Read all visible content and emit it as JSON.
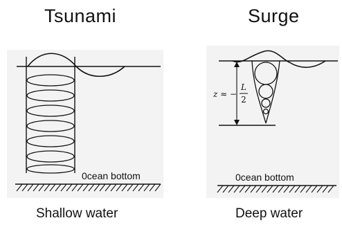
{
  "panels": {
    "left": {
      "title": "Tsunami",
      "bottom_label": "0cean bottom",
      "caption": "Shallow water"
    },
    "right": {
      "title": "Surge",
      "bottom_label": "0cean bottom",
      "caption": "Deep water",
      "depth_formula": {
        "lhs": "z ≈ −",
        "numerator": "L",
        "denominator": "2"
      }
    }
  },
  "colors": {
    "ink": "#111111",
    "panel_bg": "#f3f3f3"
  }
}
